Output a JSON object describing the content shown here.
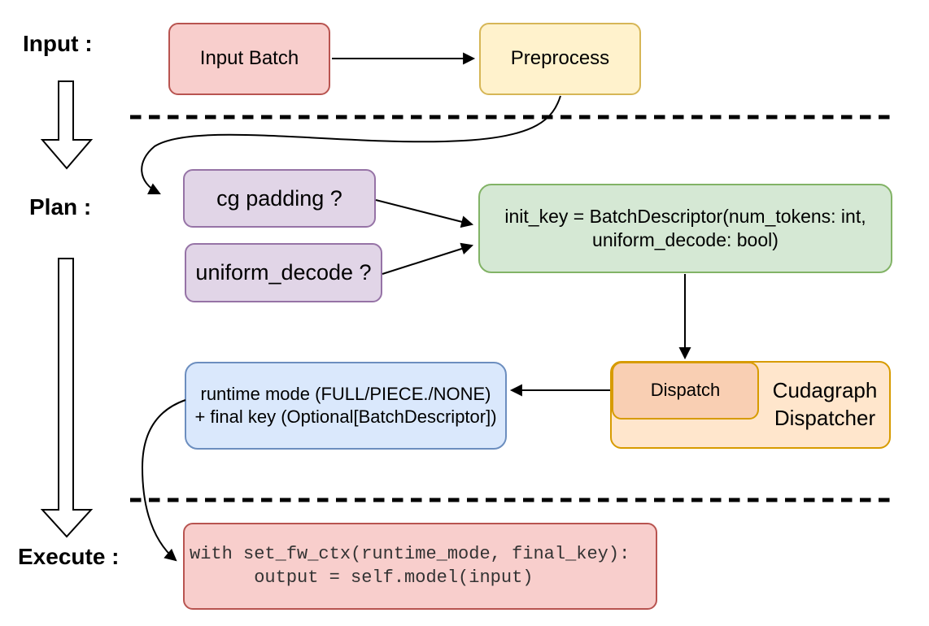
{
  "labels": {
    "input": "Input :",
    "plan": "Plan :",
    "execute": "Execute :"
  },
  "nodes": {
    "input_batch": {
      "label": "Input Batch",
      "fill": "#f8cecc",
      "stroke": "#b85450"
    },
    "preprocess": {
      "label": "Preprocess",
      "fill": "#fff2cc",
      "stroke": "#d6b656"
    },
    "cg_padding": {
      "label": "cg padding ?",
      "fill": "#e1d5e7",
      "stroke": "#9673a6"
    },
    "uniform_decode": {
      "label": "uniform_decode ?",
      "fill": "#e1d5e7",
      "stroke": "#9673a6"
    },
    "init_key": {
      "label": "init_key = BatchDescriptor(num_tokens: int,\nuniform_decode: bool)",
      "fill": "#d5e8d4",
      "stroke": "#82b366"
    },
    "runtime_mode": {
      "label": "runtime mode (FULL/PIECE./NONE)\n+ final key (Optional[BatchDescriptor])",
      "fill": "#dae8fc",
      "stroke": "#6c8ebf"
    },
    "dispatch": {
      "label": "Dispatch",
      "fill": "#f9cfb3",
      "stroke": "#d79b00"
    },
    "cudagraph_dispatcher": {
      "label": "Cudagraph\nDispatcher",
      "fill": "#ffe6cc",
      "stroke": "#d79b00"
    },
    "execute_code": {
      "label": "with set_fw_ctx(runtime_mode, final_key):\n      output = self.model(input)",
      "fill": "#f8cecc",
      "stroke": "#b85450",
      "text_color": "#333333"
    }
  },
  "connector_color": "#000000"
}
